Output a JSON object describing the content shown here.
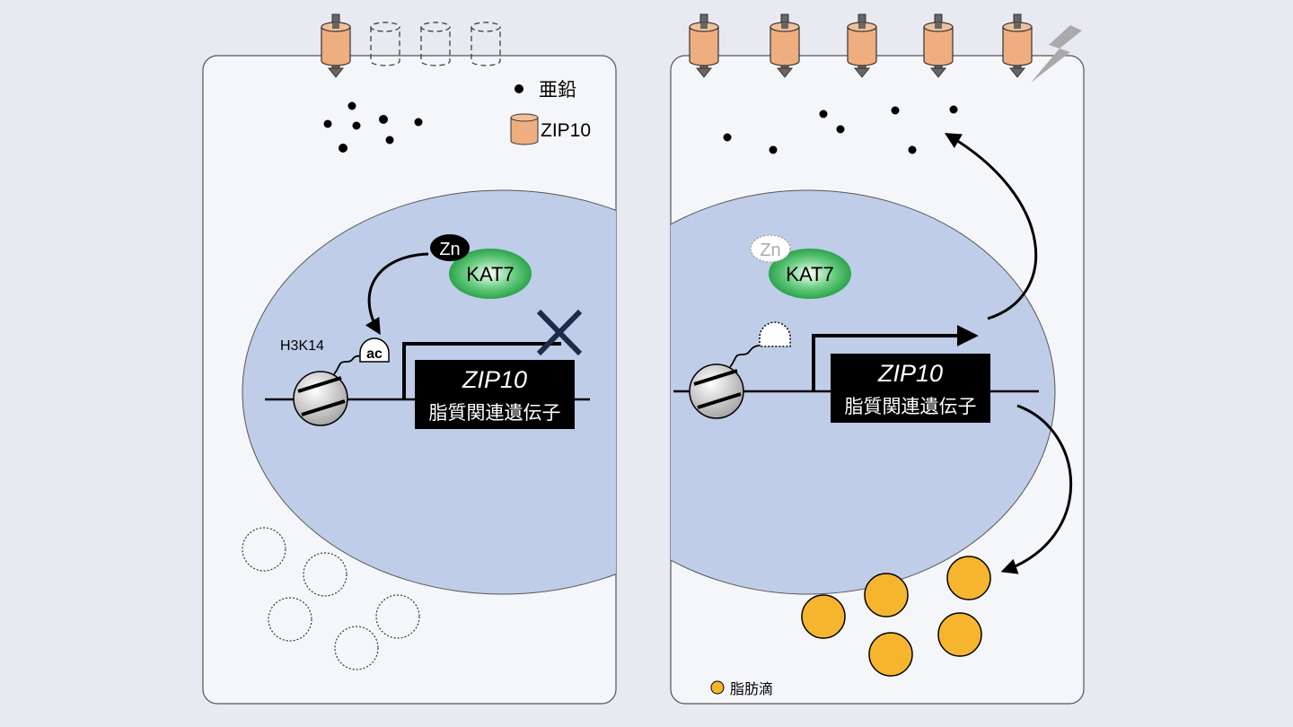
{
  "legend": {
    "zinc": "亜鉛",
    "zip10": "ZIP10",
    "lipid_droplet": "脂肪滴"
  },
  "left_panel": {
    "zn": "Zn",
    "kat7": "KAT7",
    "histone_mark": "H3K14",
    "acetyl": "ac",
    "gene_name": "ZIP10",
    "gene_desc": "脂質関連遺伝子"
  },
  "right_panel": {
    "zn": "Zn",
    "kat7": "KAT7",
    "gene_name": "ZIP10",
    "gene_desc": "脂質関連遺伝子"
  },
  "colors": {
    "background": "#e8e9f1",
    "cell": "#f5f6f9",
    "nucleus": "#c0cde8",
    "channel": "#eeae80",
    "lipid": "#f6b52e",
    "kat7": "#2aa84a",
    "cross": "#1e2a4a"
  }
}
